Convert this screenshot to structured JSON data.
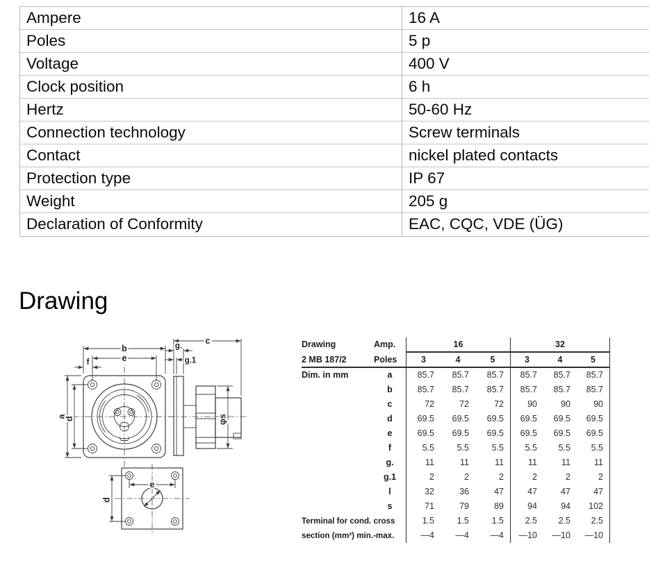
{
  "spec_table": {
    "rows": [
      {
        "label": "Ampere",
        "value": "16 A"
      },
      {
        "label": "Poles",
        "value": "5 p"
      },
      {
        "label": "Voltage",
        "value": "400 V"
      },
      {
        "label": "Clock position",
        "value": "6 h"
      },
      {
        "label": "Hertz",
        "value": "50-60 Hz"
      },
      {
        "label": "Connection technology",
        "value": "Screw terminals"
      },
      {
        "label": "Contact",
        "value": "nickel plated contacts"
      },
      {
        "label": "Protection type",
        "value": "IP 67"
      },
      {
        "label": "Weight",
        "value": "205 g"
      },
      {
        "label": "Declaration of Conformity",
        "value": "EAC, CQC, VDE (ÜG)"
      }
    ]
  },
  "section_title": "Drawing",
  "drawing": {
    "labels": {
      "b": "b",
      "e": "e",
      "f": "f",
      "a": "a",
      "d": "d",
      "c": "c",
      "g": "g.",
      "g1": "g.1",
      "phi_s": "φs",
      "e2": "e",
      "d2": "d"
    }
  },
  "dim_table": {
    "header": {
      "title_line1": "Drawing",
      "title_line2": "2 MB 187/2",
      "amp_label": "Amp.",
      "poles_label": "Poles",
      "dim_note": "Dim. in mm",
      "amp16": "16",
      "amp32": "32",
      "poles16": [
        "3",
        "4",
        "5"
      ],
      "poles32": [
        "3",
        "4",
        "5"
      ]
    },
    "rows": [
      {
        "dim": "a",
        "values": [
          "85.7",
          "85.7",
          "85.7",
          "85.7",
          "85.7",
          "85.7"
        ]
      },
      {
        "dim": "b",
        "values": [
          "85.7",
          "85.7",
          "85.7",
          "85.7",
          "85.7",
          "85.7"
        ]
      },
      {
        "dim": "c",
        "values": [
          "72",
          "72",
          "72",
          "90",
          "90",
          "90"
        ]
      },
      {
        "dim": "d",
        "values": [
          "69.5",
          "69.5",
          "69.5",
          "69.5",
          "69.5",
          "69.5"
        ]
      },
      {
        "dim": "e",
        "values": [
          "69.5",
          "69.5",
          "69.5",
          "69.5",
          "69.5",
          "69.5"
        ]
      },
      {
        "dim": "f",
        "values": [
          "5.5",
          "5.5",
          "5.5",
          "5.5",
          "5.5",
          "5.5"
        ]
      },
      {
        "dim": "g.",
        "values": [
          "11",
          "11",
          "11",
          "11",
          "11",
          "11"
        ]
      },
      {
        "dim": "g.1",
        "values": [
          "2",
          "2",
          "2",
          "2",
          "2",
          "2"
        ]
      },
      {
        "dim": "l",
        "values": [
          "32",
          "36",
          "47",
          "47",
          "47",
          "47"
        ]
      },
      {
        "dim": "s",
        "values": [
          "71",
          "79",
          "89",
          "94",
          "94",
          "102"
        ]
      }
    ],
    "terminal": {
      "label1": "Terminal for cond. cross",
      "label2": "section (mm²) min.-max.",
      "min": [
        "1.5",
        "1.5",
        "1.5",
        "2.5",
        "2.5",
        "2.5"
      ],
      "max": [
        "—4",
        "—4",
        "—4",
        "—10",
        "—10",
        "—10"
      ]
    }
  }
}
